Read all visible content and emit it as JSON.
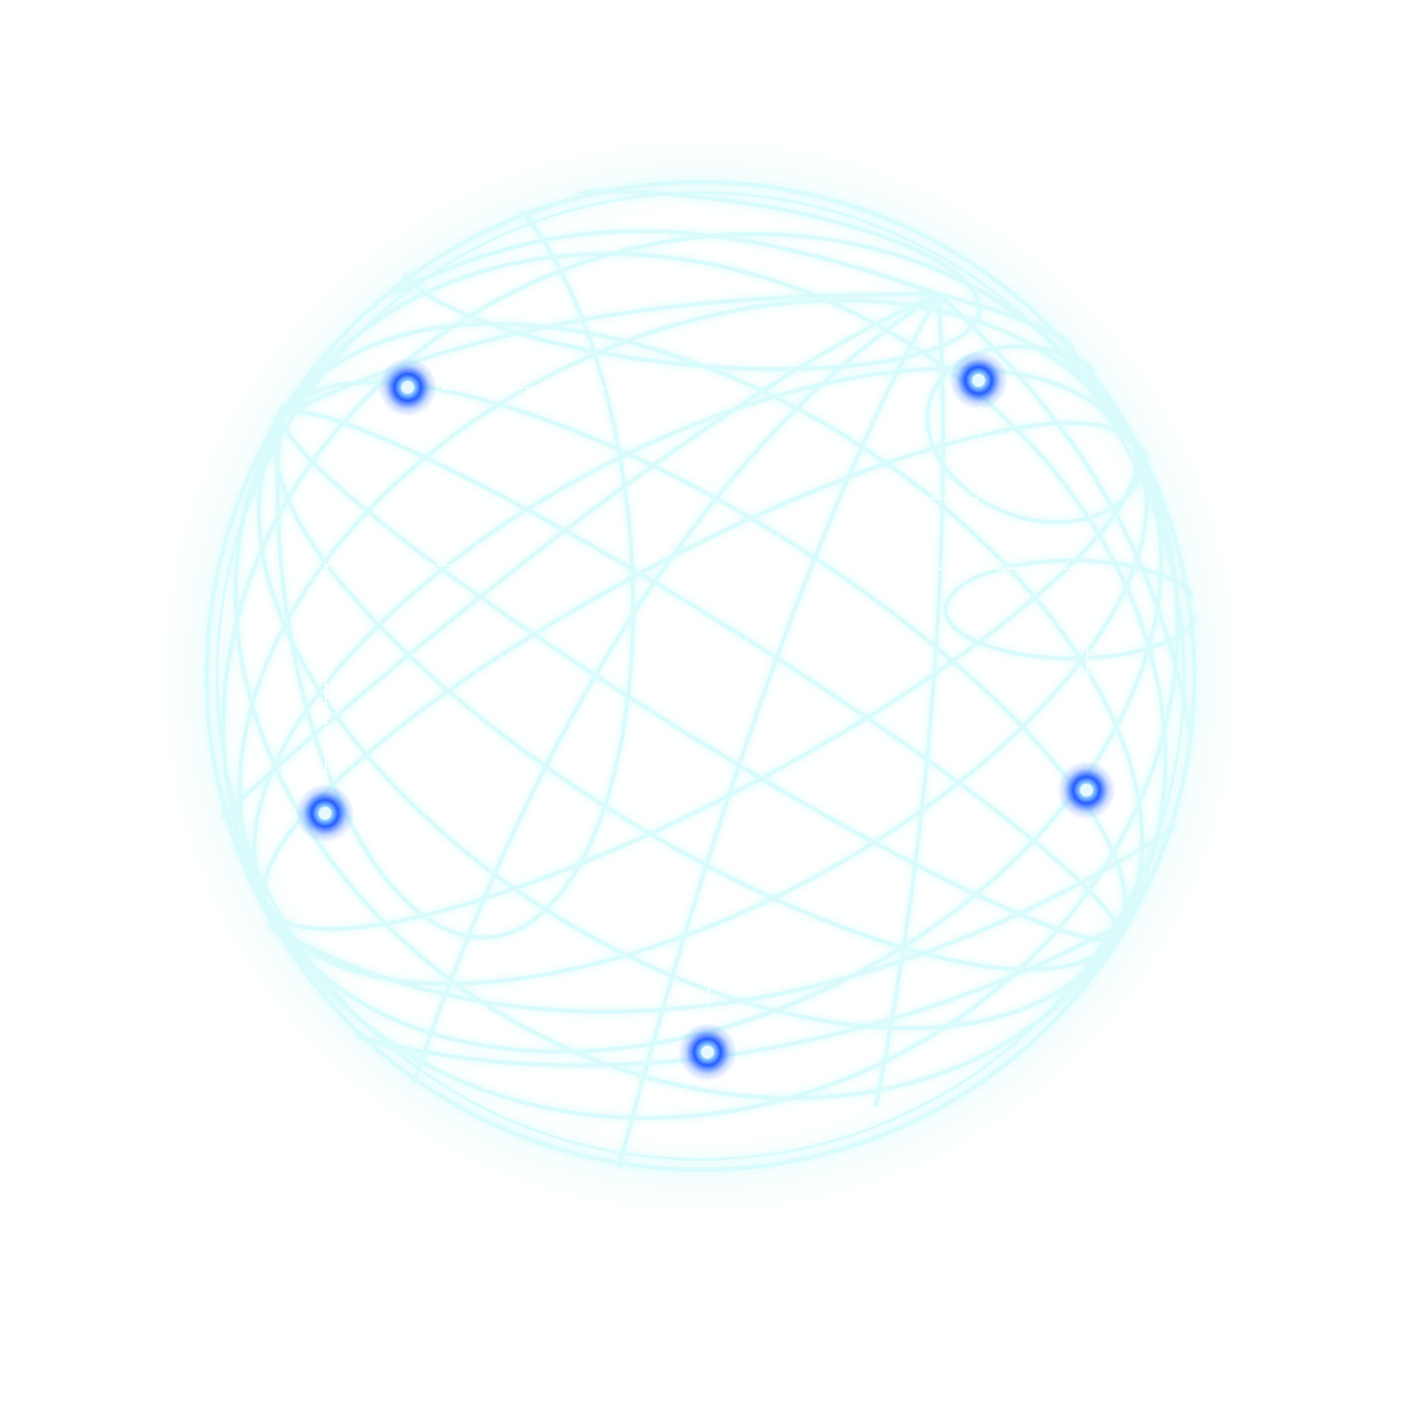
{
  "scene": {
    "background_color": "#ffffff",
    "globe_line_color": "#d6fbfb",
    "globe_glow_color": "#e9fdfd",
    "node_core_color": "#e6f7ff",
    "node_glow_color": "#1a4dff",
    "connector_color": "#ffffff"
  },
  "center_label": {
    "text": ""
  },
  "nodes": [
    {
      "id": "top-left",
      "icon": "glowing-node-icon"
    },
    {
      "id": "top-right",
      "icon": "glowing-node-icon"
    },
    {
      "id": "left",
      "icon": "glowing-node-icon"
    },
    {
      "id": "right",
      "icon": "glowing-node-icon"
    },
    {
      "id": "bottom",
      "icon": "glowing-node-icon"
    }
  ]
}
